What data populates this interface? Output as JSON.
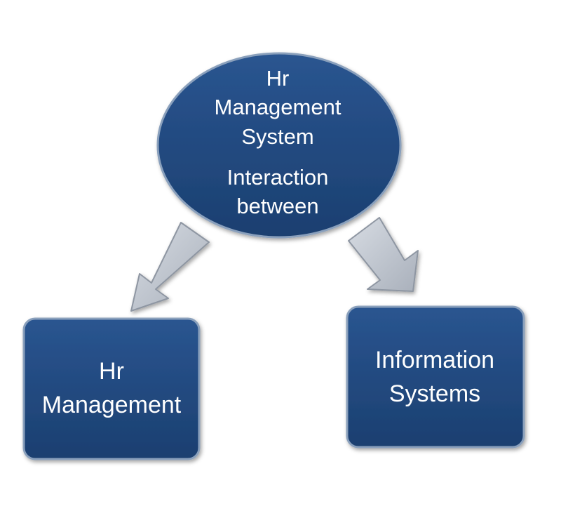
{
  "diagram": {
    "colors": {
      "node_fill": "#1f477c",
      "node_stroke": "#8aa0bc",
      "arrow_fill": "#b9c0ca",
      "arrow_stroke": "#8e96a2",
      "text": "#ffffff",
      "background": "#ffffff"
    },
    "top_node": {
      "lines": [
        "Hr",
        "Management",
        "System",
        "Interaction",
        "between"
      ]
    },
    "left_node": {
      "lines": [
        "Hr",
        "Management"
      ]
    },
    "right_node": {
      "lines": [
        "Information",
        "Systems"
      ]
    },
    "arrows": [
      {
        "from": "top_node",
        "to": "left_node"
      },
      {
        "from": "top_node",
        "to": "right_node"
      }
    ]
  }
}
